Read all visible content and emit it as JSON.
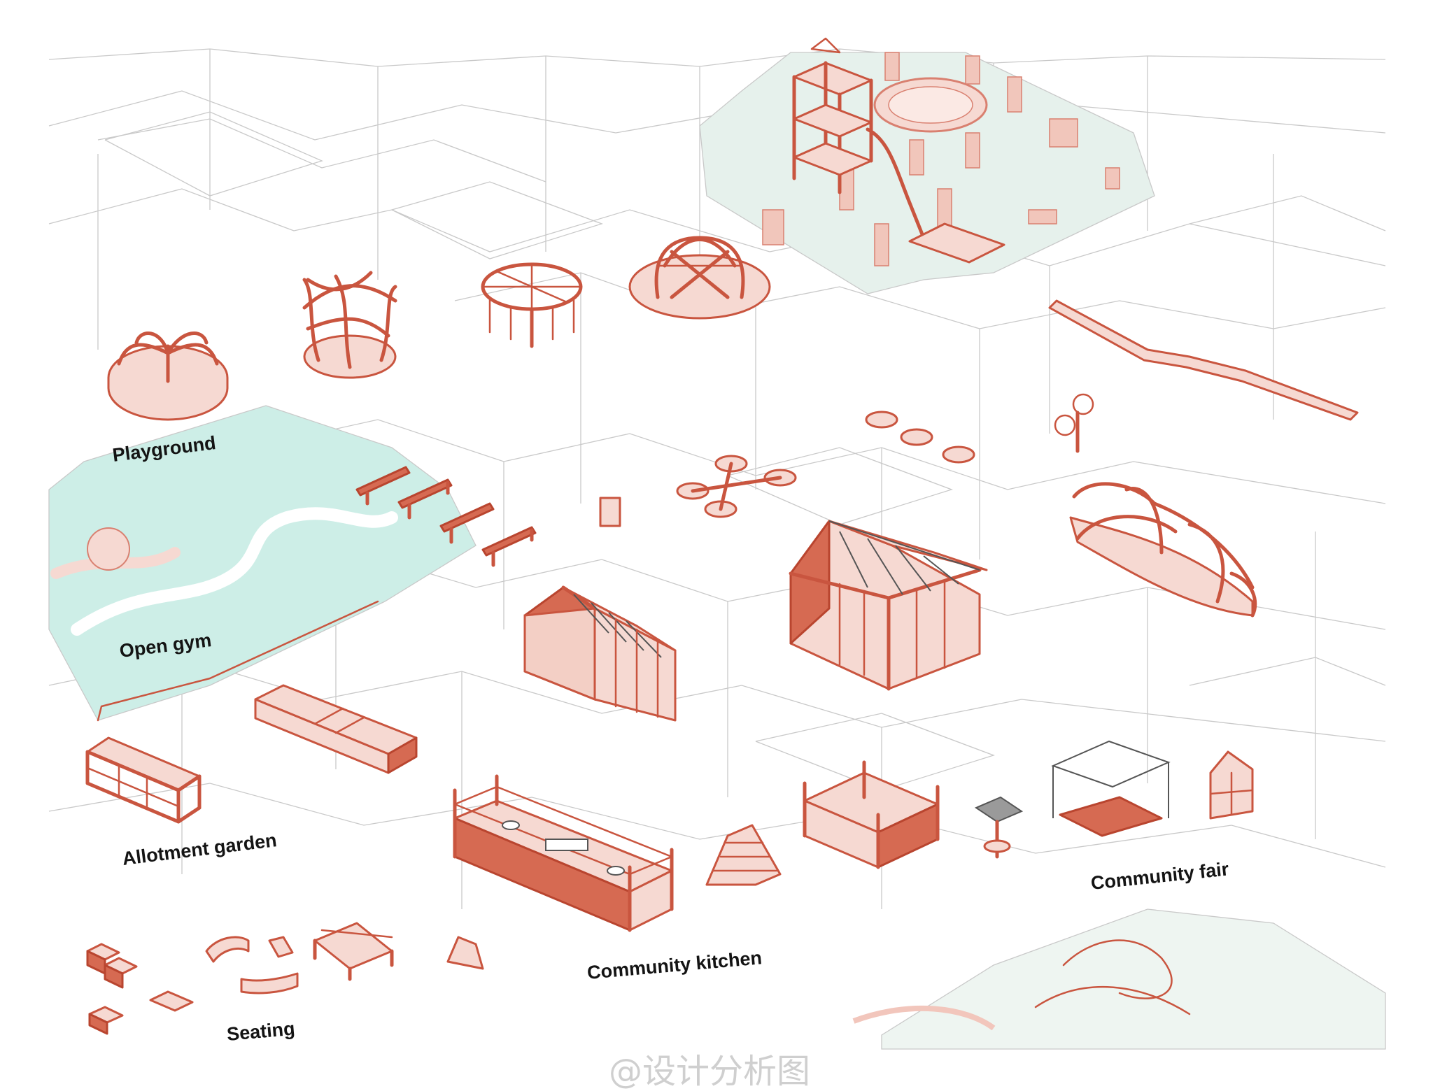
{
  "labels": {
    "playground": "Playground",
    "open_gym": "Open gym",
    "allotment_garden": "Allotment garden",
    "community_kitchen": "Community kitchen",
    "community_fair": "Community fair",
    "seating": "Seating"
  },
  "watermark": "@设计分析图",
  "colors": {
    "accent": "#c9553f",
    "accent_fill": "#f6d9d2",
    "accent_dark": "#d66a52",
    "water": "#cdeee7",
    "greenzone": "#e6f1ec",
    "grid_line": "#c9c9c9",
    "label_text": "#141414"
  }
}
